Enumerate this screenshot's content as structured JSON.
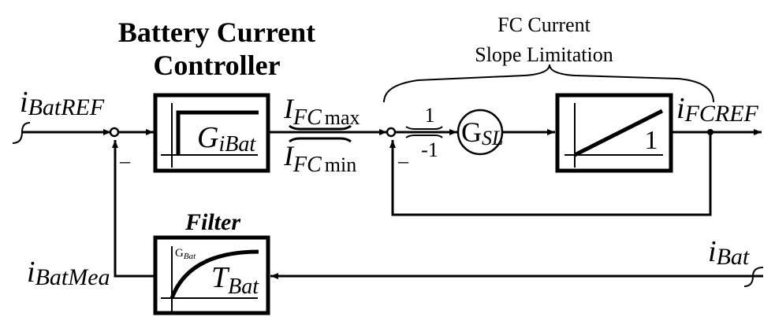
{
  "titles": {
    "controller_line1": "Battery Current",
    "controller_line2": "Controller",
    "slope_line1": "FC Current",
    "slope_line2": "Slope Limitation",
    "filter": "Filter"
  },
  "signals": {
    "i_bat_ref": {
      "main": "i",
      "sub": "BatREF"
    },
    "i_bat_mea": {
      "main": "i",
      "sub": "BatMea"
    },
    "i_bat": {
      "main": "i",
      "sub": "Bat"
    },
    "i_fc_ref": {
      "main": "i",
      "sub": "FCREF"
    },
    "i_fc_max": {
      "main": "I",
      "sub": "FC",
      "suffix": "max"
    },
    "i_fc_min": {
      "main": "I",
      "sub": "FC",
      "suffix": "min"
    }
  },
  "blocks": {
    "controller": {
      "main": "G",
      "sub": "iBat"
    },
    "slope_gain": {
      "main": "G",
      "sub": "SL"
    },
    "integrator_label": "1",
    "filter": {
      "main": "T",
      "sub": "Bat",
      "gain_main": "G",
      "gain_sub": "Bat"
    }
  },
  "limits": {
    "upper": "1",
    "lower": "-1"
  },
  "signs": {
    "minus": "–"
  }
}
